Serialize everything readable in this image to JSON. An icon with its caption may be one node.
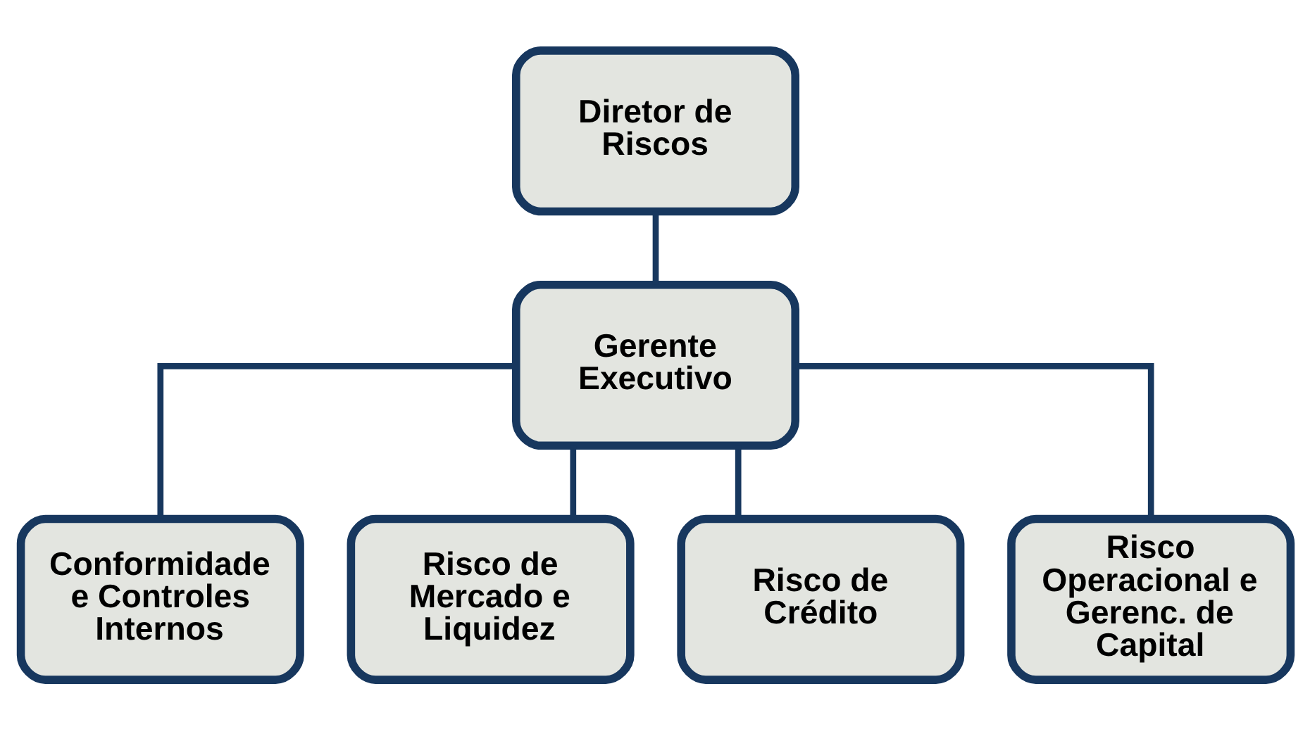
{
  "diagram": {
    "nodes": [
      {
        "text": [
          "Diretor de Riscos"
        ]
      },
      {
        "text": [
          "Gerente Executivo"
        ]
      },
      {
        "text": [
          "Conformidade e Controles Internos"
        ]
      },
      {
        "text": [
          "Risco de Mercado e Liquidez"
        ]
      },
      {
        "text": [
          "Risco de Crédito"
        ]
      },
      {
        "text": [
          "Risco Operacional e Gerenc. de Capital"
        ]
      }
    ],
    "edges": [
      {
        "from": 0,
        "to": 1,
        "arrow": "none"
      },
      {
        "from": 1,
        "to": 2,
        "arrow": "none"
      },
      {
        "from": 1,
        "to": 3,
        "arrow": "none"
      },
      {
        "from": 1,
        "to": 4,
        "arrow": "none"
      },
      {
        "from": 1,
        "to": 5,
        "arrow": "none"
      }
    ]
  }
}
